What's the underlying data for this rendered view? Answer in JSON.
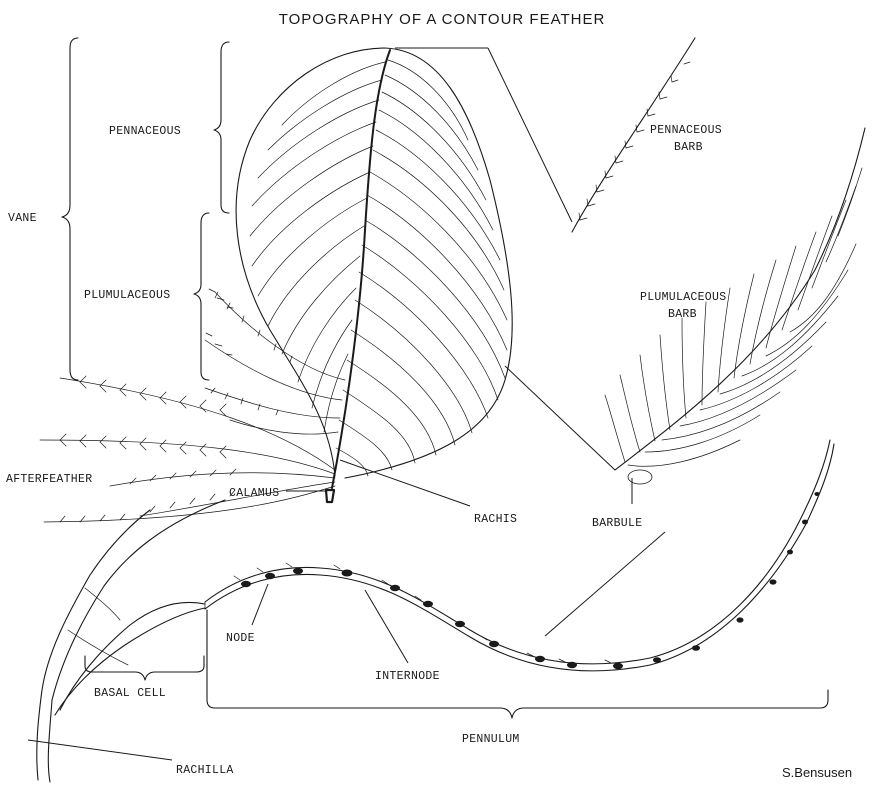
{
  "title": "TOPOGRAPHY OF A CONTOUR FEATHER",
  "labels": {
    "vane": "VANE",
    "pennaceous": "PENNACEOUS",
    "plumulaceous": "PLUMULACEOUS",
    "afterfeather": "AFTERFEATHER",
    "calamus": "CALAMUS",
    "rachis": "RACHIS",
    "pennaceous_barb_1": "PENNACEOUS",
    "pennaceous_barb_2": "BARB",
    "plumulaceous_barb_1": "PLUMULACEOUS",
    "plumulaceous_barb_2": "BARB",
    "barbule": "BARBULE",
    "node": "NODE",
    "internode": "INTERNODE",
    "basal_cell": "BASAL CELL",
    "pennulum": "PENNULUM",
    "rachilla": "RACHILLA"
  },
  "signature": "S.Bensusen"
}
